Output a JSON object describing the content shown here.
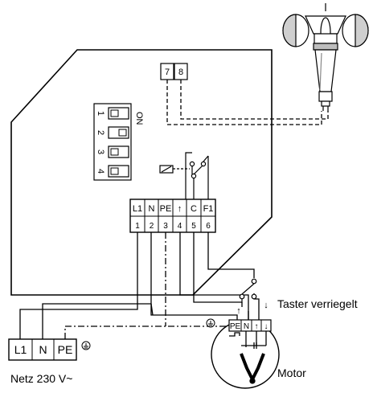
{
  "controller": {
    "sensor_terminals": [
      "7",
      "8"
    ],
    "dip_switch": {
      "on_label": "ON",
      "switches": [
        {
          "number": "1",
          "state": "up"
        },
        {
          "number": "2",
          "state": "down"
        },
        {
          "number": "3",
          "state": "up"
        },
        {
          "number": "4",
          "state": "up"
        }
      ]
    },
    "terminals": [
      {
        "label": "L1",
        "number": "1"
      },
      {
        "label": "N",
        "number": "2"
      },
      {
        "label": "PE",
        "number": "3"
      },
      {
        "label": "↑",
        "number": "4"
      },
      {
        "label": "C",
        "number": "5"
      },
      {
        "label": "F1",
        "number": "6"
      }
    ]
  },
  "mains": {
    "terminals": [
      "L1",
      "N",
      "PE"
    ],
    "label": "Netz 230 V~"
  },
  "motor": {
    "terminals": [
      "PE",
      "N",
      "↑",
      "↓"
    ],
    "label": "Motor"
  },
  "switch": {
    "label": "Taster verriegelt",
    "up_arrow": "↑",
    "down_arrow": "↓"
  },
  "icons": {
    "wind_sensor": "anemometer-icon",
    "earth": "protective-earth-icon",
    "relay": "relay-coil-icon"
  }
}
